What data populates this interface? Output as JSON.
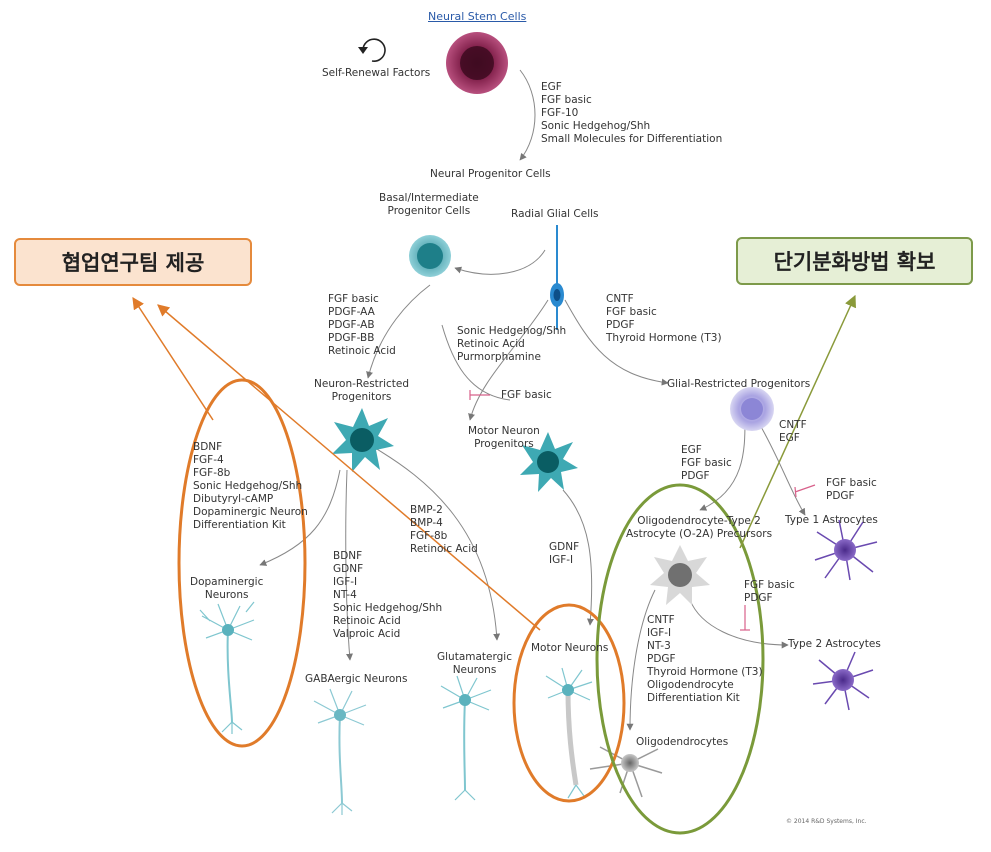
{
  "title": "Neural Stem Cells",
  "self_renewal": "Self-Renewal Factors",
  "nsc_factors": [
    "EGF",
    "FGF basic",
    "FGF-10",
    "Sonic Hedgehog/Shh",
    "Small Molecules for Differentiation"
  ],
  "neural_progenitor": "Neural Progenitor Cells",
  "basal_progenitor": [
    "Basal/Intermediate",
    "Progenitor Cells"
  ],
  "radial_glial": "Radial Glial Cells",
  "left_badge": "협업연구팀 제공",
  "right_badge": "단기분화방법 확보",
  "colors": {
    "left_badge_bg": "#fbe3cf",
    "left_badge_border": "#e58a3c",
    "right_badge_bg": "#e6efd6",
    "right_badge_border": "#7d9a4a",
    "orange": "#e07b2a",
    "green": "#7a9a3a"
  },
  "basal_factors": [
    "FGF basic",
    "PDGF-AA",
    "PDGF-AB",
    "PDGF-BB",
    "Retinoic Acid"
  ],
  "radial_to_motor_factors": [
    "Sonic Hedgehog/Shh",
    "Retinoic Acid",
    "Purmorphamine"
  ],
  "radial_to_glial_factors": [
    "CNTF",
    "FGF basic",
    "PDGF",
    "Thyroid Hormone (T3)"
  ],
  "fgf_basic_inhibit": "FGF basic",
  "neuron_restricted": [
    "Neuron-Restricted",
    "Progenitors"
  ],
  "motor_progenitors": [
    "Motor Neuron",
    "Progenitors"
  ],
  "glial_restricted": "Glial-Restricted Progenitors",
  "dopa_factors": [
    "BDNF",
    "FGF-4",
    "FGF-8b",
    "Sonic Hedgehog/Shh",
    "Dibutyryl-cAMP",
    "Dopaminergic Neuron",
    "Differentiation Kit"
  ],
  "gaba_factors": [
    "BDNF",
    "GDNF",
    "IGF-I",
    "NT-4",
    "Sonic Hedgehog/Shh",
    "Retinoic Acid",
    "Valproic Acid"
  ],
  "glut_factors": [
    "BMP-2",
    "BMP-4",
    "FGF-8b",
    "Retinoic Acid"
  ],
  "motor_factors": [
    "GDNF",
    "IGF-I"
  ],
  "glial_to_o2a_factors": [
    "EGF",
    "FGF basic",
    "PDGF"
  ],
  "glial_to_type1_factors": [
    "CNTF",
    "EGF"
  ],
  "type1_inhibit_factors": [
    "FGF basic",
    "PDGF"
  ],
  "o2a": [
    "Oligodendrocyte-Type 2",
    "Astrocyte (O-2A) Precursors"
  ],
  "type1": "Type 1 Astrocytes",
  "type2_factors": [
    "FGF basic",
    "PDGF"
  ],
  "type2": "Type 2 Astrocytes",
  "oligo_factors": [
    "CNTF",
    "IGF-I",
    "NT-3",
    "PDGF",
    "Thyroid Hormone (T3)",
    "Oligodendrocyte",
    "Differentiation Kit"
  ],
  "oligodendrocytes": "Oligodendrocytes",
  "dopa_neurons": [
    "Dopaminergic",
    "Neurons"
  ],
  "gaba_neurons": "GABAergic Neurons",
  "glut_neurons": [
    "Glutamatergic",
    "Neurons"
  ],
  "motor_neurons": "Motor Neurons",
  "copyright": "© 2014 R&D Systems, Inc."
}
